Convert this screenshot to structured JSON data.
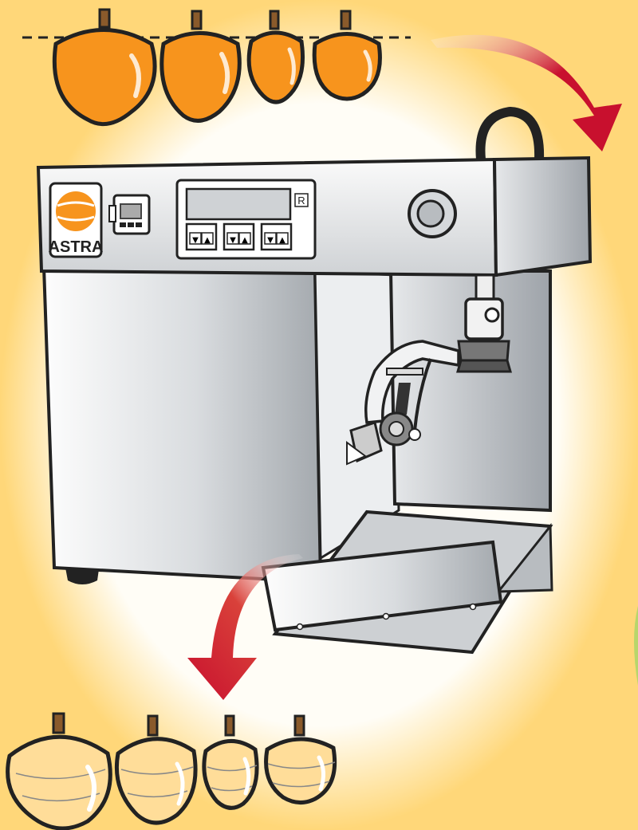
{
  "brand": {
    "logo_text": "ASTRA",
    "logo_color": "#f7941d"
  },
  "machine": {
    "display_badge": "R",
    "button_up_glyph": "▲",
    "button_down_glyph": "▼",
    "button_pairs": 3
  },
  "colors": {
    "background": "#fffdf6",
    "corner_glow": "#ffd36b",
    "fruit_raw": "#f7941d",
    "fruit_peeled": "#ffdd99",
    "arrow": "#c8102e",
    "metal_light": "#f2f3f5",
    "metal_dark": "#9ea3a9",
    "outline": "#222222"
  },
  "flow": {
    "input_count": 4,
    "output_count": 4,
    "stage_order": [
      "unpeeled-fruit",
      "peeling-machine",
      "peeled-fruit"
    ]
  }
}
